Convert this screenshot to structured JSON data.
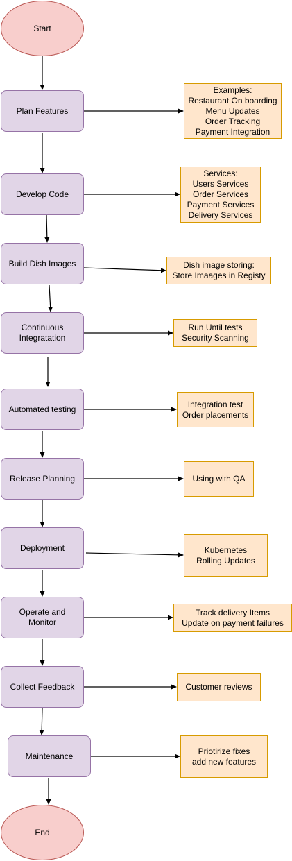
{
  "colors": {
    "terminal_fill": "#f8cecc",
    "terminal_border": "#b85450",
    "step_fill": "#e1d5e7",
    "step_border": "#9673a6",
    "note_fill": "#ffe6cc",
    "note_border": "#d79b00",
    "arrow": "#000000"
  },
  "start": {
    "label": "Start"
  },
  "end": {
    "label": "End"
  },
  "steps": [
    {
      "label": "Plan Features",
      "note": "Examples:\nRestaurant On boarding\nMenu Updates\nOrder Tracking\nPayment Integration"
    },
    {
      "label": "Develop Code",
      "note": "Services:\nUsers Services\nOrder Services\nPayment Services\nDelivery Services"
    },
    {
      "label": "Build Dish Images",
      "note": "Dish image storing:\nStore Imaages in Registy"
    },
    {
      "label": "Continuous\nIntegratation",
      "note": "Run Until tests\nSecurity Scanning"
    },
    {
      "label": "Automated testing",
      "note": "Integration test\nOrder placements"
    },
    {
      "label": "Release Planning",
      "note": "Using with QA"
    },
    {
      "label": "Deployment",
      "note": "Kubernetes\nRolling Updates"
    },
    {
      "label": "Operate and Monitor",
      "note": "Track delivery Items\nUpdate on payment failures"
    },
    {
      "label": "Collect Feedback",
      "note": "Customer reviews"
    },
    {
      "label": "Maintenance",
      "note": "Priotirize fixes\nadd new features"
    }
  ]
}
